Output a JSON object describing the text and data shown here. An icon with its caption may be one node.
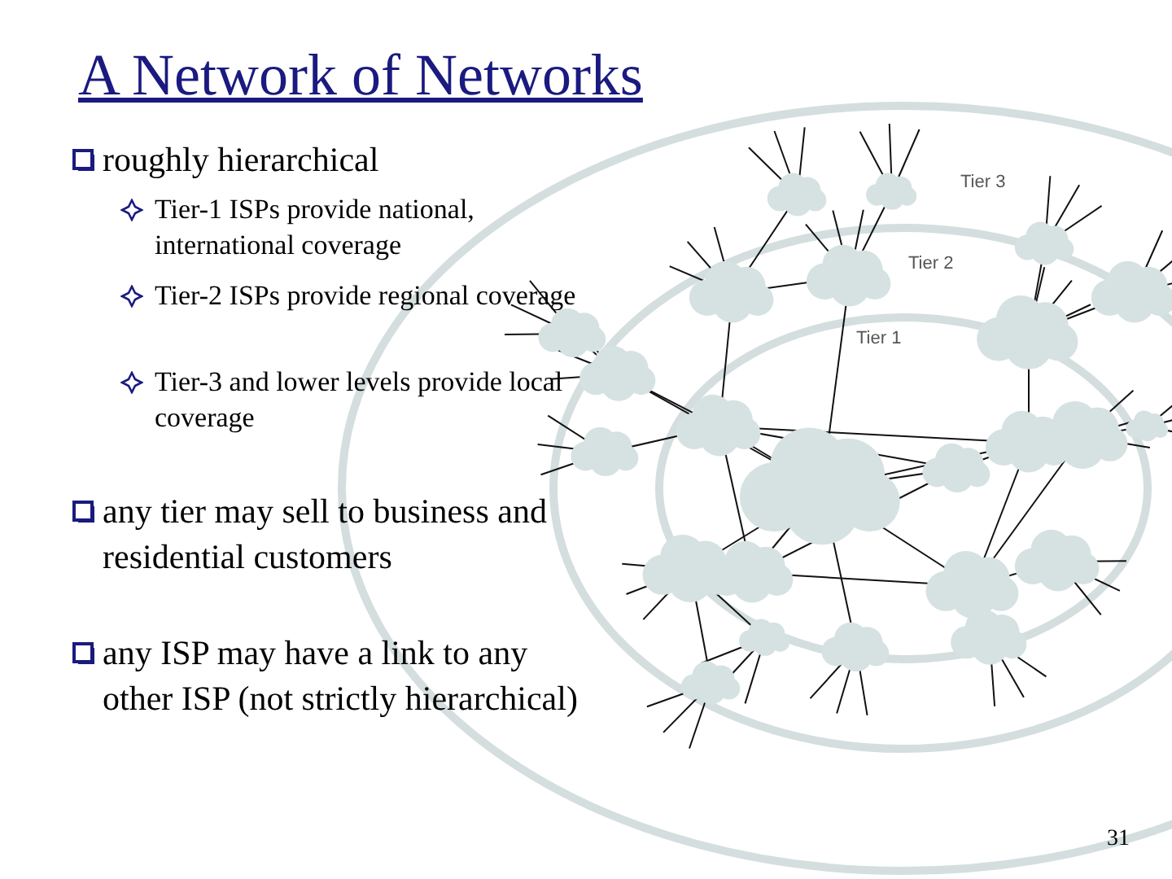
{
  "diagram": {
    "title": "A Network of Networks",
    "labels": [
      "roughly hierarchical",
      "Tier-1 ISPs provide national, international coverage",
      "Tier-2 ISPs provide regional coverage",
      "Tier-3 and lower levels provide local coverage",
      "any tier may sell to business and residential customers",
      "any ISP may have a link to any other ISP (not strictly hierarchical)",
      "Tier 3",
      "Tier 2",
      "Tier 1",
      "31"
    ]
  }
}
